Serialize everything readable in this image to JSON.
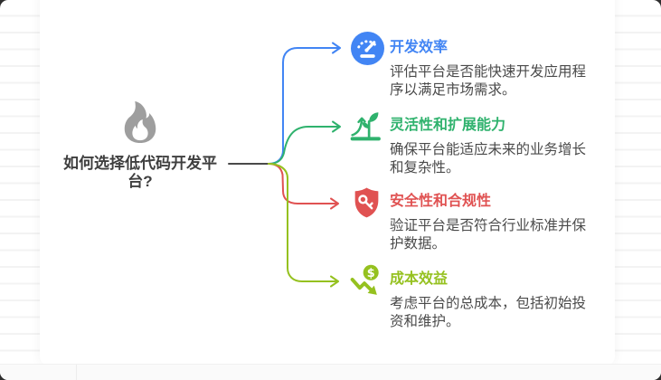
{
  "root": {
    "title": "如何选择低代码开发平台?",
    "icon": "flame-icon",
    "icon_color": "#9e9e9e",
    "text_color": "#3f3f3f"
  },
  "branches": [
    {
      "title": "开发效率",
      "description": "评估平台是否能快速开发应用程序以满足市场需求。",
      "color": "#4285f4",
      "icon": "speedometer-icon"
    },
    {
      "title": "灵活性和扩展能力",
      "description": "确保平台能适应未来的业务增长和复杂性。",
      "color": "#2fb26d",
      "icon": "sprout-growth-icon"
    },
    {
      "title": "安全性和合规性",
      "description": "验证平台是否符合行业标准并保护数据。",
      "color": "#e05252",
      "icon": "shield-key-icon"
    },
    {
      "title": "成本效益",
      "description": "考虑平台的总成本，包括初始投资和维护。",
      "color": "#95c11f",
      "icon": "coin-decrease-icon"
    }
  ],
  "palette": {
    "connector": "#4a4a4a",
    "description_text": "#4a4a4a",
    "ruled_line": "#f3f3f3",
    "bottom_bar": "#fafafa"
  }
}
